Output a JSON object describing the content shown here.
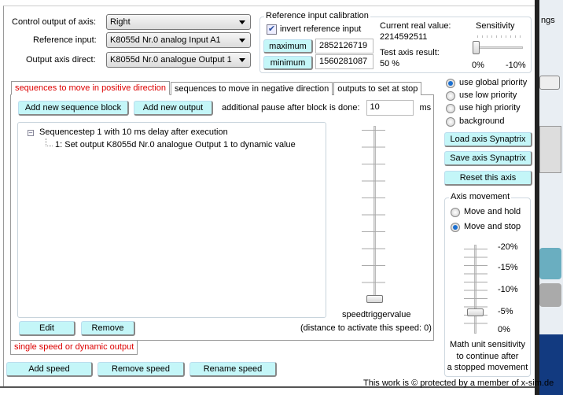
{
  "axis": {
    "control_label": "Control output of axis:",
    "control_value": "Right",
    "ref_label": "Reference input:",
    "ref_value": "K8055d Nr.0 analog Input A1",
    "out_label": "Output axis direct:",
    "out_value": "K8055d Nr.0 analogue Output 1"
  },
  "calibration": {
    "title": "Reference input calibration",
    "invert_label": "invert reference input",
    "invert_checked": true,
    "max_btn": "maximum",
    "max_value": "2852126719",
    "min_btn": "minimum",
    "min_value": "1560281087",
    "current_label": "Current real value:",
    "current_value": "2214592511",
    "test_label": "Test axis result:",
    "test_value": "50 %",
    "sens_label": "Sensitivity",
    "sens_min": "0%",
    "sens_max": "-10%"
  },
  "tabs": [
    {
      "label": "sequences to move in positive direction",
      "active": true
    },
    {
      "label": "sequences to move in negative direction"
    },
    {
      "label": "outputs to set at stop"
    }
  ],
  "seq": {
    "add_block": "Add new sequence block",
    "add_output": "Add new output",
    "pause_label": "additional pause after block is done:",
    "pause_value": "10",
    "pause_unit": "ms",
    "tree": [
      {
        "label": "Sequencestep 1 with 10 ms delay after execution",
        "children": [
          "1: Set output K8055d Nr.0 analogue Output 1  to dynamic value"
        ]
      }
    ],
    "edit": "Edit",
    "remove": "Remove",
    "slider_label": "speedtriggervalue",
    "distance": "(distance to activate this speed: 0)"
  },
  "speed_tab": "single speed or dynamic output",
  "speed_buttons": {
    "add": "Add speed",
    "remove": "Remove speed",
    "rename": "Rename speed"
  },
  "priority": [
    {
      "label": "use global priority",
      "selected": true
    },
    {
      "label": "use low priority"
    },
    {
      "label": "use high priority"
    },
    {
      "label": "background"
    }
  ],
  "actions": {
    "load": "Load axis Synaptrix",
    "save": "Save axis Synaptrix",
    "reset": "Reset this axis"
  },
  "movement": {
    "title": "Axis movement",
    "options": [
      {
        "label": "Move and hold"
      },
      {
        "label": "Move and stop",
        "selected": true
      }
    ],
    "scale": [
      "-20%",
      "-15%",
      "-10%",
      "-5%",
      "0%"
    ],
    "value_percent": -5,
    "caption1": "Math unit sensitivity",
    "caption2": "to continue after",
    "caption3": "a stopped movement"
  },
  "footer": "This work is © protected by a member of x-sim.de",
  "background_fragment": "ngs"
}
